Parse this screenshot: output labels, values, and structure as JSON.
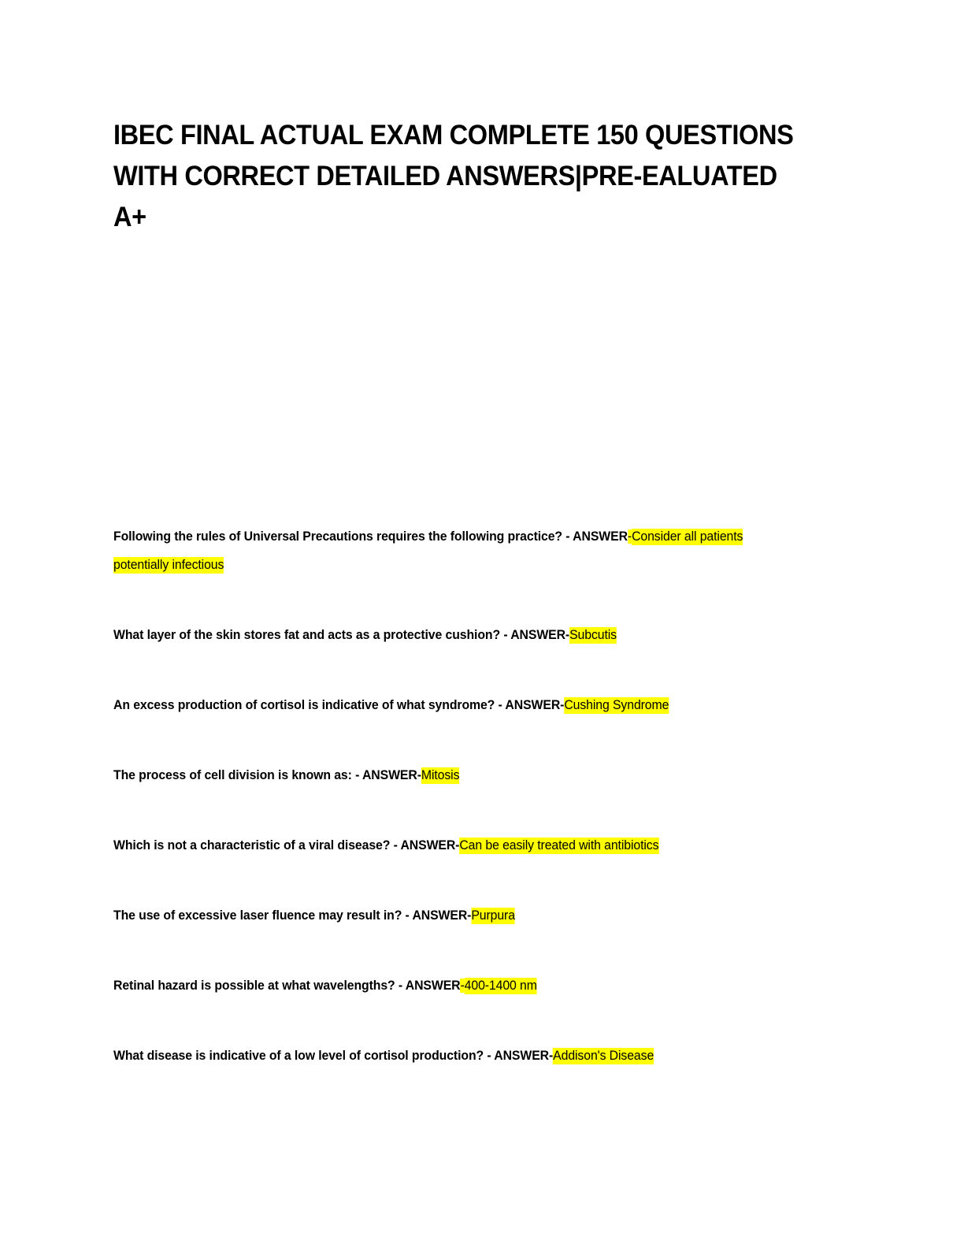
{
  "document": {
    "title": "IBEC FINAL ACTUAL EXAM COMPLETE 150 QUESTIONS\nWITH CORRECT DETAILED ANSWERS|PRE-EALUATED A+",
    "page_background": "#ffffff",
    "highlight_color": "#FFFF00",
    "text_color": "#000000"
  },
  "qa_items": [
    {
      "question": "Following the rules of Universal Precautions requires the following practice? - ANSWER",
      "separator": "-",
      "separator_highlighted": true,
      "answer": "Consider all patients potentially infectious"
    },
    {
      "question": "What layer of the skin stores fat and acts as a protective cushion? - ANSWER-",
      "separator": "",
      "separator_highlighted": false,
      "answer": "Subcutis"
    },
    {
      "question": "An excess production of cortisol is indicative of what syndrome? - ANSWER-",
      "separator": "",
      "separator_highlighted": false,
      "answer": "Cushing Syndrome"
    },
    {
      "question": "The process of cell division is known as: - ANSWER-",
      "separator": "",
      "separator_highlighted": false,
      "answer": "Mitosis"
    },
    {
      "question": "Which is not a characteristic of a viral disease? - ANSWER-",
      "separator": "",
      "separator_highlighted": false,
      "answer": "Can be easily treated with antibiotics"
    },
    {
      "question": "The use of excessive laser fluence may result in? - ANSWER-",
      "separator": "",
      "separator_highlighted": false,
      "answer": "Purpura"
    },
    {
      "question": "Retinal hazard is possible at what wavelengths? - ANSWER",
      "separator": "-",
      "separator_highlighted": true,
      "answer": "400-1400 nm"
    },
    {
      "question": "What disease is indicative of a low level of cortisol production? - ANSWER-",
      "separator": "",
      "separator_highlighted": false,
      "answer": "Addison's Disease"
    }
  ]
}
